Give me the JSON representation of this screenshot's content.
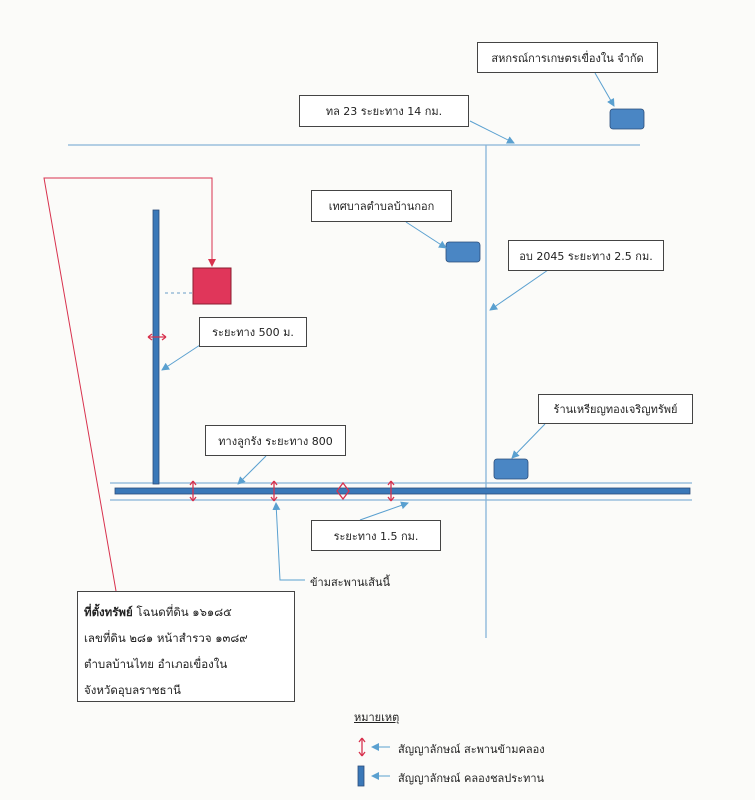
{
  "labels": {
    "coop": "สหกรณ์การเกษตรเขื่องใน จำกัด",
    "road23": "ทล 23  ระยะทาง 14 กม.",
    "municipality": "เทศบาลตำบลบ้านกอก",
    "road2045": "อบ 2045 ระยะทาง 2.5 กม.",
    "shop": "ร้านเหรียญทองเจริญทรัพย์",
    "distance500": "ระยะทาง 500 ม.",
    "lane800": "ทางลูกรัง ระยะทาง 800",
    "distance15": "ระยะทาง 1.5 กม.",
    "bridge": "ข้ามสะพานเส้นนี้"
  },
  "property": {
    "title": "ที่ตั้งทรัพย์",
    "line1_rest": " โฉนดที่ดิน ๑๖๑๘๕",
    "line2": "เลขที่ดิน ๒๘๑ หน้าสำรวจ ๑๓๘๙",
    "line3": "ตำบลบ้านไทย  อำเภอเขื่องใน",
    "line4": "จังหวัดอุบลราชธานี"
  },
  "legend": {
    "title": "หมายเหตุ",
    "bridge_symbol": "สัญญาลักษณ์ สะพานข้ามคลอง",
    "canal_symbol": "สัญญาลักษณ์ คลองชลประทาน"
  },
  "colors": {
    "canal": "#3a78b8",
    "canal_dark": "#2b4d7a",
    "road": "#86b4d8",
    "landmark": "#4a86c4",
    "property": "#e0365a",
    "bridge": "#d8324e",
    "pointer": "#5aa0d0"
  }
}
